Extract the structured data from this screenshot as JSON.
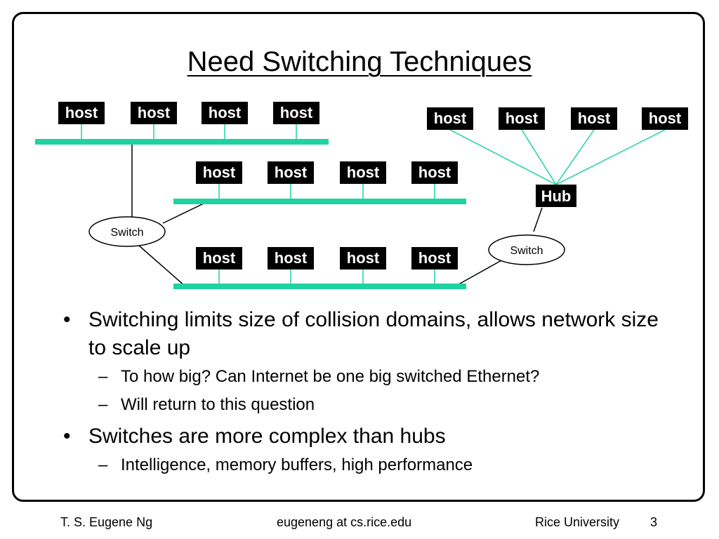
{
  "slide": {
    "title": "Need Switching Techniques"
  },
  "diagram": {
    "host_label": "host",
    "hub_label": "Hub",
    "switch_label": "Switch",
    "colors": {
      "segment": "#1ed3a0",
      "host_fill": "#000000",
      "wire": "#000000"
    }
  },
  "bullets": [
    {
      "text": "Switching limits size of collision domains, allows network size to scale up",
      "sub": [
        "To how big? Can Internet be one big switched Ethernet?",
        "Will return to this question"
      ]
    },
    {
      "text": "Switches are more complex than hubs",
      "sub": [
        "Intelligence, memory buffers, high performance"
      ]
    }
  ],
  "bullet_marker": "•",
  "sub_marker": "–",
  "footer": {
    "author": "T. S. Eugene Ng",
    "email": "eugeneng at cs.rice.edu",
    "institution": "Rice University",
    "page": "3"
  }
}
